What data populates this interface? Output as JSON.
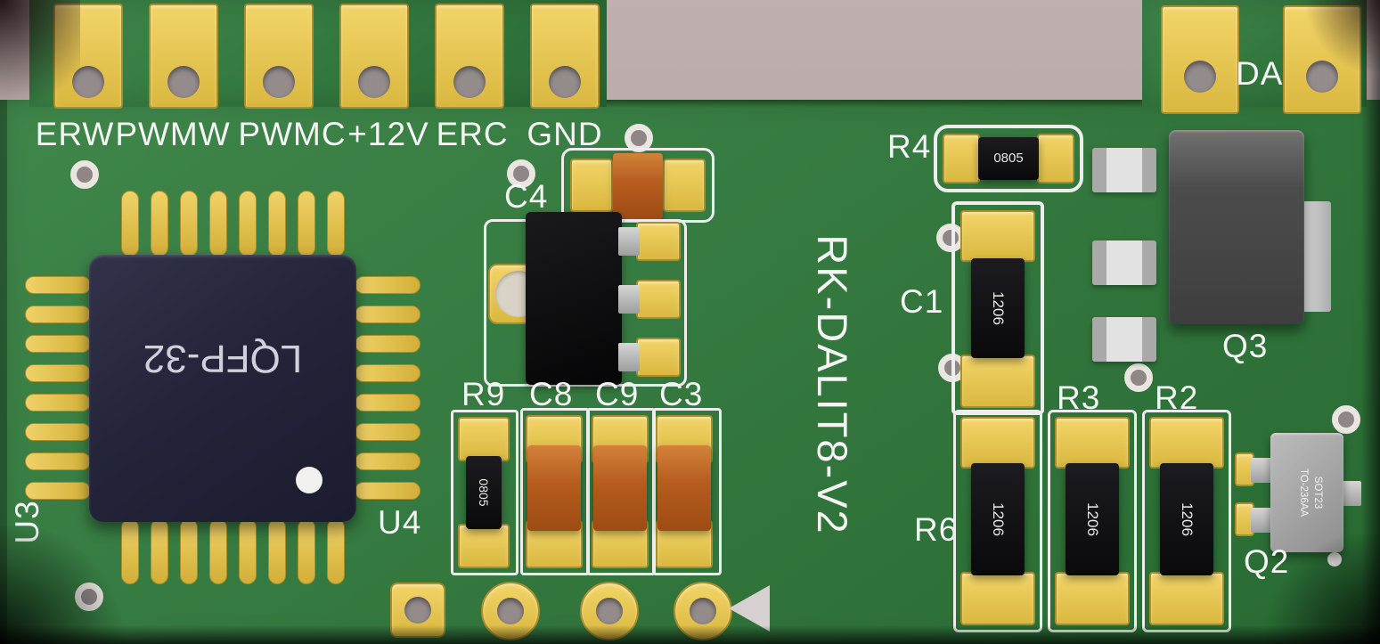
{
  "colors": {
    "background": "#b5a5a5",
    "board": "#2f7c3b",
    "pad_gold": "#e6c64d",
    "silkscreen": "#f4f4f4"
  },
  "top_connector": {
    "pin_labels": [
      "ERW",
      "PWMW",
      "PWMC",
      "+12V",
      "ERC",
      "GND"
    ]
  },
  "da_connector": {
    "label": "DA"
  },
  "silkscreen": {
    "board_title": "RK-DALIT8-V2",
    "u3": "U3",
    "u4": "U4",
    "c4": "C4",
    "r9": "R9",
    "c8": "C8",
    "c9": "C9",
    "c3": "C3",
    "r4": "R4",
    "c1": "C1",
    "r3": "R3",
    "r2": "R2",
    "r6": "R6",
    "q3": "Q3",
    "q2": "Q2"
  },
  "markings": {
    "main_chip": "LQFP-32",
    "r9_package": "0805",
    "r4_package": "0805",
    "c1_package": "1206",
    "r6_package": "1206",
    "r3_package": "1206",
    "r2_package": "1206",
    "q2_package_line1": "SOT23",
    "q2_package_line2": "TO-236AA"
  }
}
